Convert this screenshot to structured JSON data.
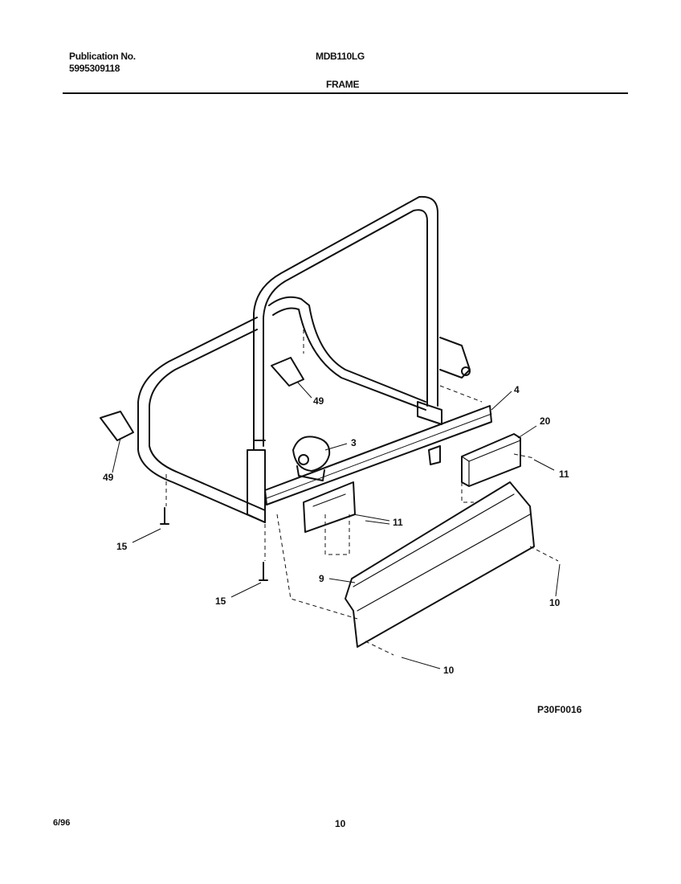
{
  "header": {
    "publication_label": "Publication No.",
    "publication_number": "5995309118",
    "model": "MDB110LG",
    "section_title": "FRAME"
  },
  "callouts": {
    "frame_rail": "4",
    "channel_bracket": "20",
    "screw_bracket": "11",
    "screw_rail": "11",
    "valve": "3",
    "leveling_leg_rear": "49",
    "leveling_leg_front": "49",
    "screw_front": "15",
    "screw_rear": "15",
    "toe_panel": "9",
    "screw_right": "10",
    "screw_bottom": "10"
  },
  "footer": {
    "figure_id": "P30F0016",
    "date": "6/96",
    "page": "10"
  }
}
